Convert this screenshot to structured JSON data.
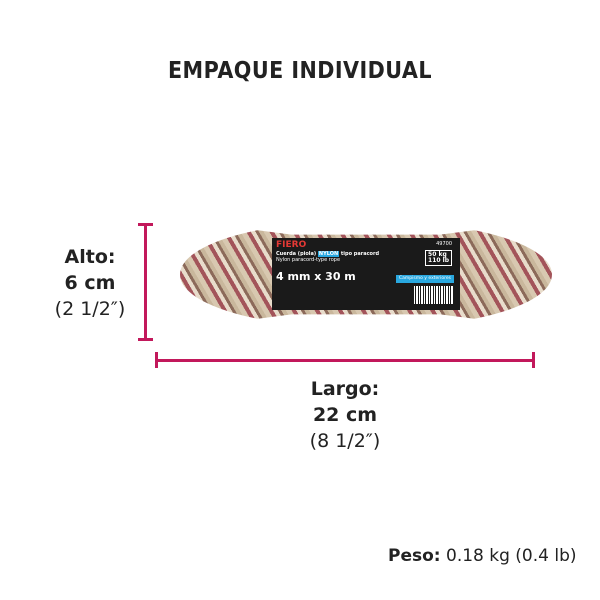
{
  "title": "EMPAQUE INDIVIDUAL",
  "height": {
    "label": "Alto:",
    "metric": "6 cm",
    "imperial": "(2 1/2″)"
  },
  "length": {
    "label": "Largo:",
    "metric": "22 cm",
    "imperial": "(8 1/2″)"
  },
  "weight": {
    "label": "Peso:",
    "value": "0.18 kg (0.4 lb)"
  },
  "product_label": {
    "brand": "FIERO",
    "name_es_prefix": "Cuerda (piola)",
    "name_es_highlight": "NYLON",
    "name_es_suffix": "tipo paracord",
    "name_en": "Nylon paracord-type rope",
    "size": "4 mm x 30 m",
    "code": "49700",
    "load": "50 kg",
    "load_lb": "110 lb",
    "usage": "Campismo y exteriores"
  },
  "colors": {
    "dimension_line": "#c2185b",
    "label_accent": "#29a8e0"
  }
}
